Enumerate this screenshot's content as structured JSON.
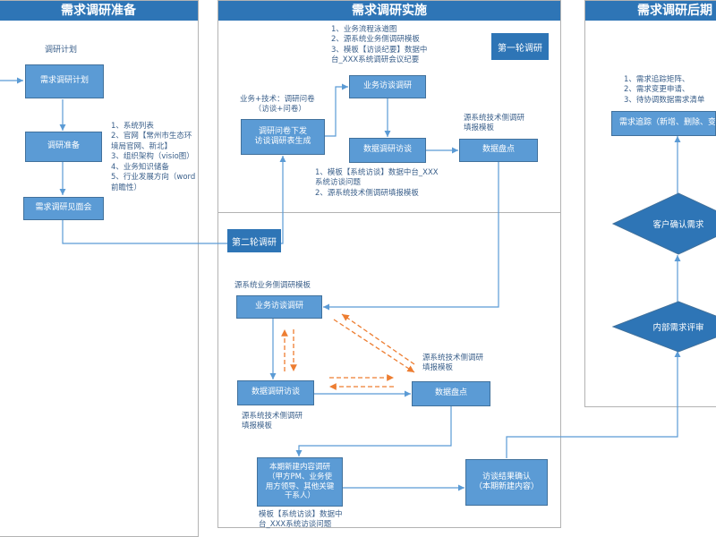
{
  "lanes": {
    "prep": "需求调研准备",
    "impl": "需求调研实施",
    "post": "需求调研后期"
  },
  "prep": {
    "plan_label": "调研计划",
    "box_plan": "需求调研计划",
    "box_prepare": "调研准备",
    "box_meeting": "需求调研见面会",
    "prepare_notes": [
      "1、系统列表",
      "2、官网【常州市生态环",
      "境局官网、新北】",
      "3、组织架构（visio图）",
      "4、业务知识储备",
      "5、行业发展方向（word",
      "前瞻性）"
    ]
  },
  "impl": {
    "round1_tag": "第一轮调研",
    "round2_tag": "第二轮调研",
    "top_notes": [
      "1、业务流程泳道图",
      "2、源系统业务侧调研模板",
      "3、模板【访谈纪要】数据中",
      "台_XXX系统调研会议纪要"
    ],
    "biz_tech_label": "业务+技术：调研问卷",
    "biz_tech_sub": "（访谈+问卷）",
    "box_questionnaire": "调研问卷下发\n访谈调研表生成",
    "box_biz_interview_1": "业务访谈调研",
    "box_data_interview_1": "数据调研访谈",
    "box_data_inventory_1": "数据盘点",
    "inventory_note_1": [
      "源系统技术侧调研",
      "填报模板"
    ],
    "data_interview_notes_1": [
      "1、模板【系统访谈】数据中台_XXX",
      "系统访谈问题",
      "2、源系统技术侧调研填报模板"
    ],
    "biz_template_label": "源系统业务侧调研模板",
    "box_biz_interview_2": "业务访谈调研",
    "box_data_interview_2": "数据调研访谈",
    "box_data_inventory_2": "数据盘点",
    "tech_note_right": [
      "源系统技术侧调研",
      "填报模板"
    ],
    "tech_note_left": [
      "源系统技术侧调研",
      "填报模板"
    ],
    "box_new_content": "本期新建内容调研\n（甲方PM、业务使\n用方领导、其他关键\n干系人）",
    "box_result_confirm": "访谈结果确认\n（本期新建内容）",
    "bottom_notes": [
      "模板【系统访谈】数据中",
      "台_XXX系统访谈问题"
    ]
  },
  "post": {
    "notes": [
      "1、需求追踪矩阵、",
      "2、需求变更申请、",
      "3、待协调数据需求清单"
    ],
    "box_tracking": "需求追踪（新增、删除、变",
    "diamond_confirm": "客户确认需求",
    "diamond_review": "内部需求评审"
  },
  "colors": {
    "lane_header": "#2e75b6",
    "box_fill": "#5b9bd5",
    "connector": "#5b9bd5",
    "dashed_arrow": "#ed7d31"
  }
}
